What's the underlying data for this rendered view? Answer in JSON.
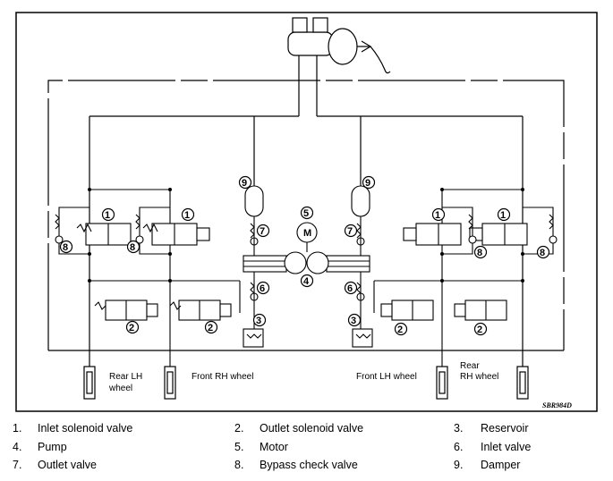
{
  "diagram": {
    "code": "SBR984D",
    "wheels": {
      "rear_lh": [
        "Rear LH",
        "wheel"
      ],
      "front_rh": "Front RH wheel",
      "front_lh": "Front LH wheel",
      "rear_rh": [
        "Rear",
        "RH wheel"
      ]
    },
    "callouts": [
      "1",
      "2",
      "3",
      "4",
      "5",
      "6",
      "7",
      "8",
      "9"
    ],
    "motor_symbol": "M"
  },
  "legend": [
    {
      "num": "1.",
      "text": "Inlet solenoid valve"
    },
    {
      "num": "2.",
      "text": "Outlet solenoid valve"
    },
    {
      "num": "3.",
      "text": "Reservoir"
    },
    {
      "num": "4.",
      "text": "Pump"
    },
    {
      "num": "5.",
      "text": "Motor"
    },
    {
      "num": "6.",
      "text": "Inlet valve"
    },
    {
      "num": "7.",
      "text": "Outlet valve"
    },
    {
      "num": "8.",
      "text": "Bypass check valve"
    },
    {
      "num": "9.",
      "text": "Damper"
    }
  ]
}
